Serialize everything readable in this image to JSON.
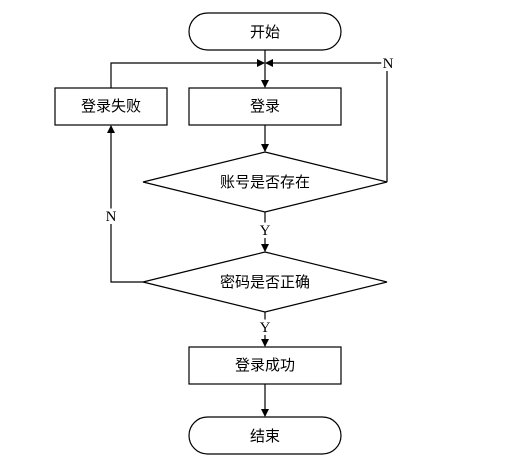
{
  "flowchart": {
    "nodes": {
      "start": "开始",
      "login": "登录",
      "login_failed": "登录失败",
      "account_exists": "账号是否存在",
      "password_correct": "密码是否正确",
      "login_success": "登录成功",
      "end": "结束"
    },
    "edge_labels": {
      "account_no": "N",
      "account_yes": "Y",
      "password_no": "N",
      "password_yes": "Y"
    }
  }
}
